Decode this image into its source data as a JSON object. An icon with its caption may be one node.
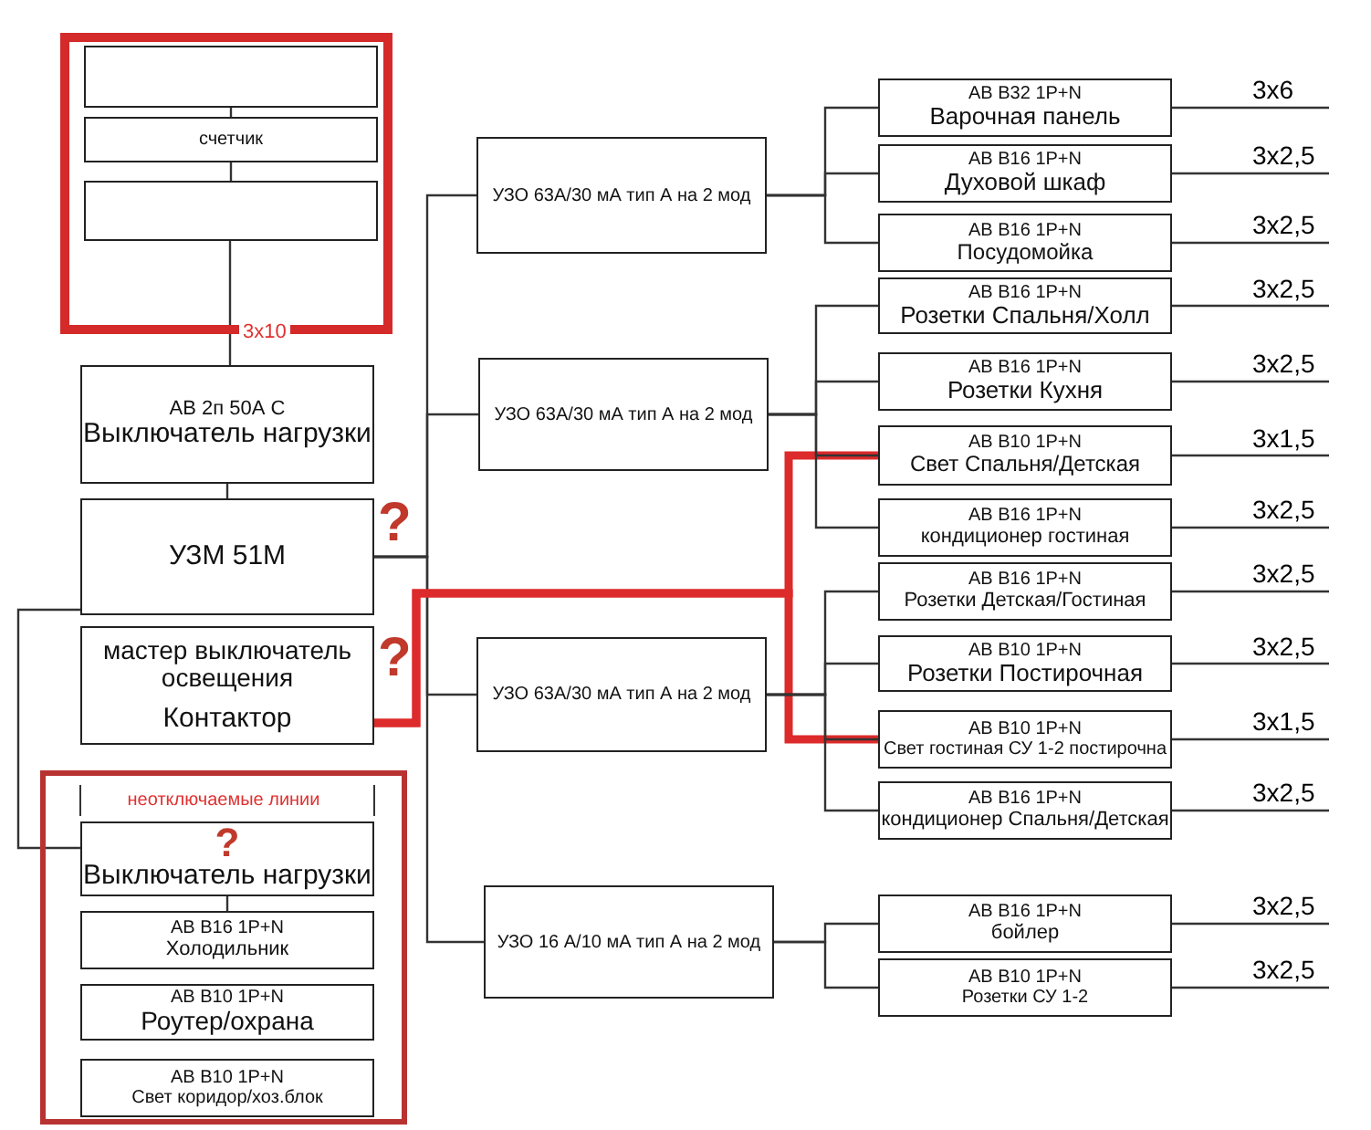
{
  "diagram": {
    "nodes": [
      {
        "text": [],
        "shape": "box"
      },
      {
        "text": [],
        "shape": "box",
        "in": 0
      },
      {
        "text": [
          "счетчик"
        ],
        "in": 0
      },
      {
        "text": [],
        "shape": "box",
        "in": 0
      },
      {
        "text": [
          "АВ 2п 50А С",
          "Выключатель нагрузки"
        ]
      },
      {
        "text": [
          "УЗМ 51М"
        ],
        "beside": [
          "?"
        ]
      },
      {
        "text": [
          "мастер выключатель освещения",
          "Контактор"
        ],
        "beside": [
          "?"
        ]
      },
      {
        "text": [
          "неотключаемые линии"
        ]
      },
      {
        "text": [
          "?",
          "Выключатель нагрузки"
        ],
        "in": 7
      },
      {
        "text": [
          "АВ В16 1Р+N",
          "Холодильник"
        ],
        "in": 7
      },
      {
        "text": [
          "АВ В10 1Р+N",
          "Роутер/охрана"
        ],
        "in": 7
      },
      {
        "text": [
          "АВ В10 1Р+N",
          "Свет коридор/хоз.блок"
        ],
        "in": 7
      },
      {
        "text": [
          "УЗО 63А/30 мА тип А на 2 мод"
        ]
      },
      {
        "text": [
          "УЗО 63А/30 мА тип А на 2 мод"
        ]
      },
      {
        "text": [
          "УЗО 63А/30 мА тип А на 2 мод"
        ]
      },
      {
        "text": [
          "УЗО 16 А/10 мА тип А на 2 мод"
        ]
      },
      {
        "text": [
          "АВ В32 1Р+N",
          "Варочная панель"
        ]
      },
      {
        "text": [
          "АВ В16 1Р+N",
          "Духовой шкаф"
        ]
      },
      {
        "text": [
          "АВ В16 1Р+N",
          "Посудомойка"
        ]
      },
      {
        "text": [
          "АВ В16 1Р+N",
          "Розетки Спальня/Холл"
        ]
      },
      {
        "text": [
          "АВ В16 1Р+N",
          "Розетки Кухня"
        ]
      },
      {
        "text": [
          "АВ В10 1Р+N",
          "Свет Спальня/Детская"
        ]
      },
      {
        "text": [
          "АВ В16 1Р+N",
          "кондиционер гостиная"
        ]
      },
      {
        "text": [
          "АВ В16 1Р+N",
          "Розетки Детская/Гостиная"
        ]
      },
      {
        "text": [
          "АВ В10 1Р+N",
          "Розетки Постирочная"
        ]
      },
      {
        "text": [
          "АВ В10 1Р+N",
          "Свет гостиная СУ 1-2 постирочна"
        ]
      },
      {
        "text": [
          "АВ В16 1Р+N",
          "кондиционер Спальня/Детская"
        ]
      },
      {
        "text": [
          "АВ В16 1Р+N",
          "бойлер"
        ]
      },
      {
        "text": [
          "АВ В10 1Р+N",
          "Розетки СУ 1-2"
        ]
      }
    ],
    "edges": [
      {
        "from": 1,
        "to": 2,
        "arrow": "none"
      },
      {
        "from": 2,
        "to": 3,
        "arrow": "none"
      },
      {
        "from": 3,
        "to": 4,
        "arrow": "none",
        "label": "3х10"
      },
      {
        "from": 4,
        "to": 5,
        "arrow": "none"
      },
      {
        "from": 5,
        "to": 12,
        "arrow": "none"
      },
      {
        "from": 5,
        "to": 13,
        "arrow": "none"
      },
      {
        "from": 5,
        "to": 14,
        "arrow": "none"
      },
      {
        "from": 5,
        "to": 15,
        "arrow": "none"
      },
      {
        "from": 5,
        "to": 8,
        "arrow": "none"
      },
      {
        "from": 8,
        "to": 9,
        "arrow": "none"
      },
      {
        "from": 6,
        "to": 21,
        "arrow": "none",
        "style": "thick",
        "color": "#dd2a2a"
      },
      {
        "from": 6,
        "to": 25,
        "arrow": "none",
        "style": "thick",
        "color": "#dd2a2a"
      },
      {
        "from": 12,
        "to": 16,
        "arrow": "none"
      },
      {
        "from": 12,
        "to": 17,
        "arrow": "none"
      },
      {
        "from": 12,
        "to": 18,
        "arrow": "none"
      },
      {
        "from": 13,
        "to": 19,
        "arrow": "none"
      },
      {
        "from": 13,
        "to": 20,
        "arrow": "none"
      },
      {
        "from": 13,
        "to": 21,
        "arrow": "none"
      },
      {
        "from": 13,
        "to": 22,
        "arrow": "none"
      },
      {
        "from": 14,
        "to": 23,
        "arrow": "none"
      },
      {
        "from": 14,
        "to": 24,
        "arrow": "none"
      },
      {
        "from": 14,
        "to": 25,
        "arrow": "none"
      },
      {
        "from": 14,
        "to": 26,
        "arrow": "none"
      },
      {
        "from": 15,
        "to": 27,
        "arrow": "none"
      },
      {
        "from": 15,
        "to": 28,
        "arrow": "none"
      },
      {
        "from": 16,
        "to": null,
        "arrow": "none",
        "label": "3x6"
      },
      {
        "from": 17,
        "to": null,
        "arrow": "none",
        "label": "3x2,5"
      },
      {
        "from": 18,
        "to": null,
        "arrow": "none",
        "label": "3x2,5"
      },
      {
        "from": 19,
        "to": null,
        "arrow": "none",
        "label": "3x2,5"
      },
      {
        "from": 20,
        "to": null,
        "arrow": "none",
        "label": "3x2,5"
      },
      {
        "from": 21,
        "to": null,
        "arrow": "none",
        "label": "3x1,5"
      },
      {
        "from": 22,
        "to": null,
        "arrow": "none",
        "label": "3x2,5"
      },
      {
        "from": 23,
        "to": null,
        "arrow": "none",
        "label": "3x2,5"
      },
      {
        "from": 24,
        "to": null,
        "arrow": "none",
        "label": "3x2,5"
      },
      {
        "from": 25,
        "to": null,
        "arrow": "none",
        "label": "3x1,5"
      },
      {
        "from": 26,
        "to": null,
        "arrow": "none",
        "label": "3x2,5"
      },
      {
        "from": 27,
        "to": null,
        "arrow": "none",
        "label": "3x2,5"
      },
      {
        "from": 28,
        "to": null,
        "arrow": "none",
        "label": "3x2,5"
      }
    ]
  }
}
